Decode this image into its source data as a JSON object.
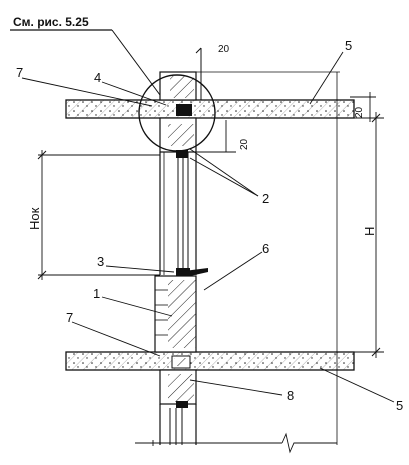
{
  "reference": "См. рис. 5.25",
  "callouts": {
    "c1": "1",
    "c2": "2",
    "c3": "3",
    "c4": "4",
    "c5_top": "5",
    "c5_bottom": "5",
    "c6": "6",
    "c7_top": "7",
    "c7_bottom": "7",
    "c8": "8"
  },
  "dimensions": {
    "top_gap": "20",
    "right_small": "20",
    "under_slab": "20",
    "window_height": "Нок",
    "floor_height": "Н"
  },
  "colors": {
    "line": "#111111",
    "hatch": "#222222",
    "fill_dark": "#111111"
  }
}
